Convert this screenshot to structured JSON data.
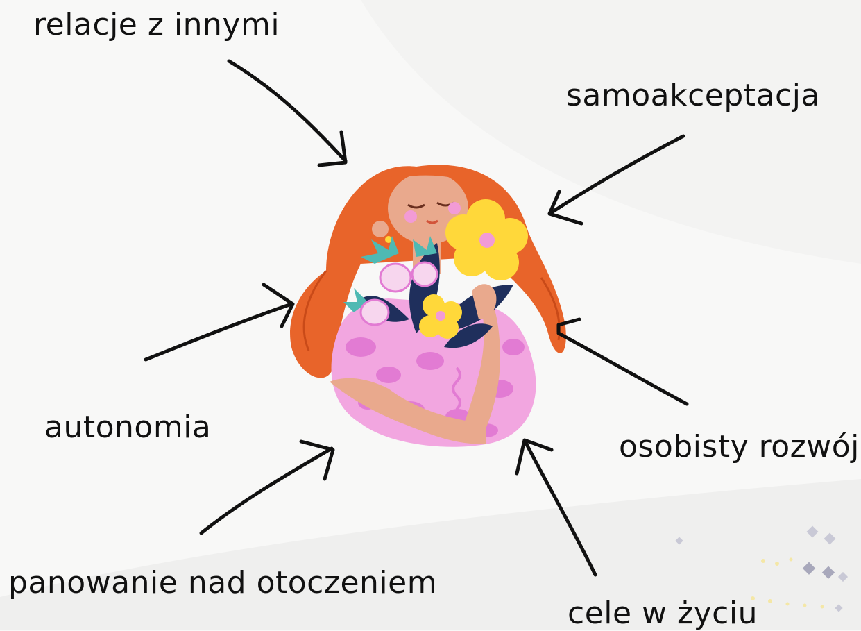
{
  "labels": {
    "relations": "relacje z innymi",
    "self_acceptance": "samoakceptacja",
    "autonomy": "autonomia",
    "personal_growth": "osobisty rozwój",
    "environmental_mastery": "panowanie nad otoczeniem",
    "purpose_in_life": "cele w życiu"
  },
  "colors": {
    "text": "#111111",
    "arrow": "#111111",
    "hair": "#e8642a",
    "skin": "#e9a98d",
    "dress": "#f2a6e0",
    "dress_spots": "#e27bd3",
    "flower_yellow": "#ffd83a",
    "leaf_navy": "#1f2f5c",
    "leaf_teal": "#4fb9b3"
  },
  "icons": {
    "center_illustration": "woman-hugging-flowers-illustration",
    "arrows": "hand-drawn-arrow-icon"
  }
}
